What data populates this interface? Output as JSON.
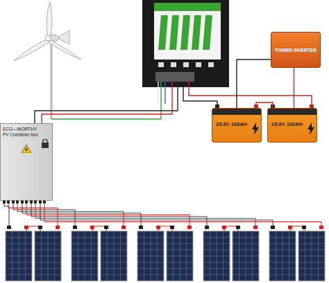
{
  "diagram": {
    "nodes": [
      {
        "text": [
          "POWER INVERTER"
        ]
      },
      {
        "text": [
          "25.6V 100AH"
        ]
      },
      {
        "text": [
          "25.6V 100AH"
        ]
      },
      {
        "text": [
          "ECO—WORTHY",
          "PV Combiner box"
        ]
      }
    ],
    "edges": [
      {
        "from": 0,
        "to": 1,
        "arrow": "none"
      },
      {
        "from": 0,
        "to": 2,
        "arrow": "none"
      },
      {
        "from": 1,
        "to": 2,
        "arrow": "none"
      }
    ]
  }
}
